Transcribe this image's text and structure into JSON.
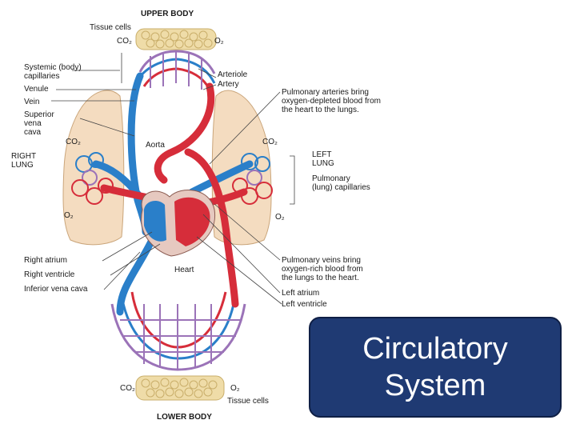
{
  "diagram": {
    "labels": {
      "upper_body": "UPPER BODY",
      "tissue_cells_top": "Tissue cells",
      "co2_top": "CO₂",
      "o2_top": "O₂",
      "systemic_capillaries_1": "Systemic (body)",
      "systemic_capillaries_2": "capillaries",
      "venule": "Venule",
      "vein": "Vein",
      "svc_1": "Superior",
      "svc_2": "vena",
      "svc_3": "cava",
      "co2_left": "CO₂",
      "right_lung_1": "RIGHT",
      "right_lung_2": "LUNG",
      "o2_left": "O₂",
      "aorta": "Aorta",
      "arteriole": "Arteriole",
      "artery": "Artery",
      "pa_1": "Pulmonary arteries bring",
      "pa_2": "oxygen-depleted blood from",
      "pa_3": "the heart to the lungs.",
      "co2_right": "CO₂",
      "left_lung_1": "LEFT",
      "left_lung_2": "LUNG",
      "pulm_cap_1": "Pulmonary",
      "pulm_cap_2": "(lung) capillaries",
      "o2_right": "O₂",
      "right_atrium": "Right atrium",
      "right_ventricle": "Right ventricle",
      "ivc": "Inferior vena cava",
      "heart": "Heart",
      "pv_1": "Pulmonary veins bring",
      "pv_2": "oxygen-rich blood from",
      "pv_3": "the lungs to the heart.",
      "left_atrium": "Left atrium",
      "left_ventricle": "Left ventricle",
      "co2_bottom": "CO₂",
      "o2_bottom": "O₂",
      "tissue_cells_bottom": "Tissue cells",
      "lower_body": "LOWER BODY"
    },
    "colors": {
      "oxygen_rich": "#d62d3a",
      "oxygen_poor": "#2a7fc9",
      "capillary_mix": "#9b73b8",
      "lung": "#f4dcc0",
      "tissue": "#efdca8"
    }
  },
  "title_box": {
    "line1": "Circulatory",
    "line2": "System"
  }
}
